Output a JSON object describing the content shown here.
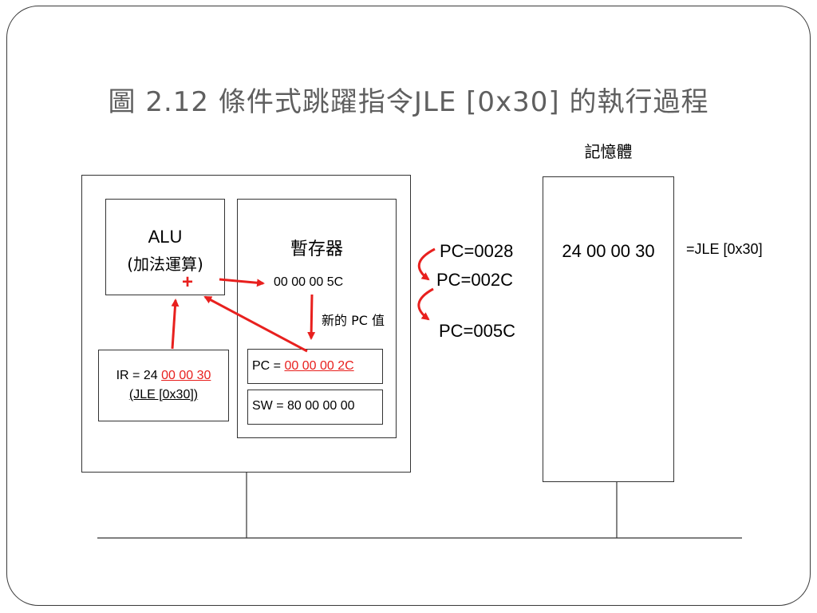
{
  "title": "圖 2.12 條件式跳躍指令JLE [0x30] 的執行過程",
  "cpu": {
    "alu": {
      "label": "ALU",
      "sublabel": "(加法運算)",
      "plus": "+"
    },
    "registers": {
      "label": "暫存器",
      "result_value": "00 00 00 5C",
      "new_pc_label": "新的 PC 值",
      "pc_prefix": "PC = ",
      "pc_value": "00 00 00 2C",
      "sw": "SW = 80 00 00 00"
    },
    "ir": {
      "prefix": "IR = 24 ",
      "operand": "00 00 30",
      "instruction": "(JLE [0x30])"
    }
  },
  "pc_steps": [
    "PC=0028",
    "PC=002C",
    "PC=005C"
  ],
  "memory": {
    "label": "記憶體",
    "content": "24 00 00 30",
    "annotation": "=JLE [0x30]"
  },
  "colors": {
    "accent": "#e8201e",
    "title": "#5f5f5f",
    "border": "#333333"
  }
}
